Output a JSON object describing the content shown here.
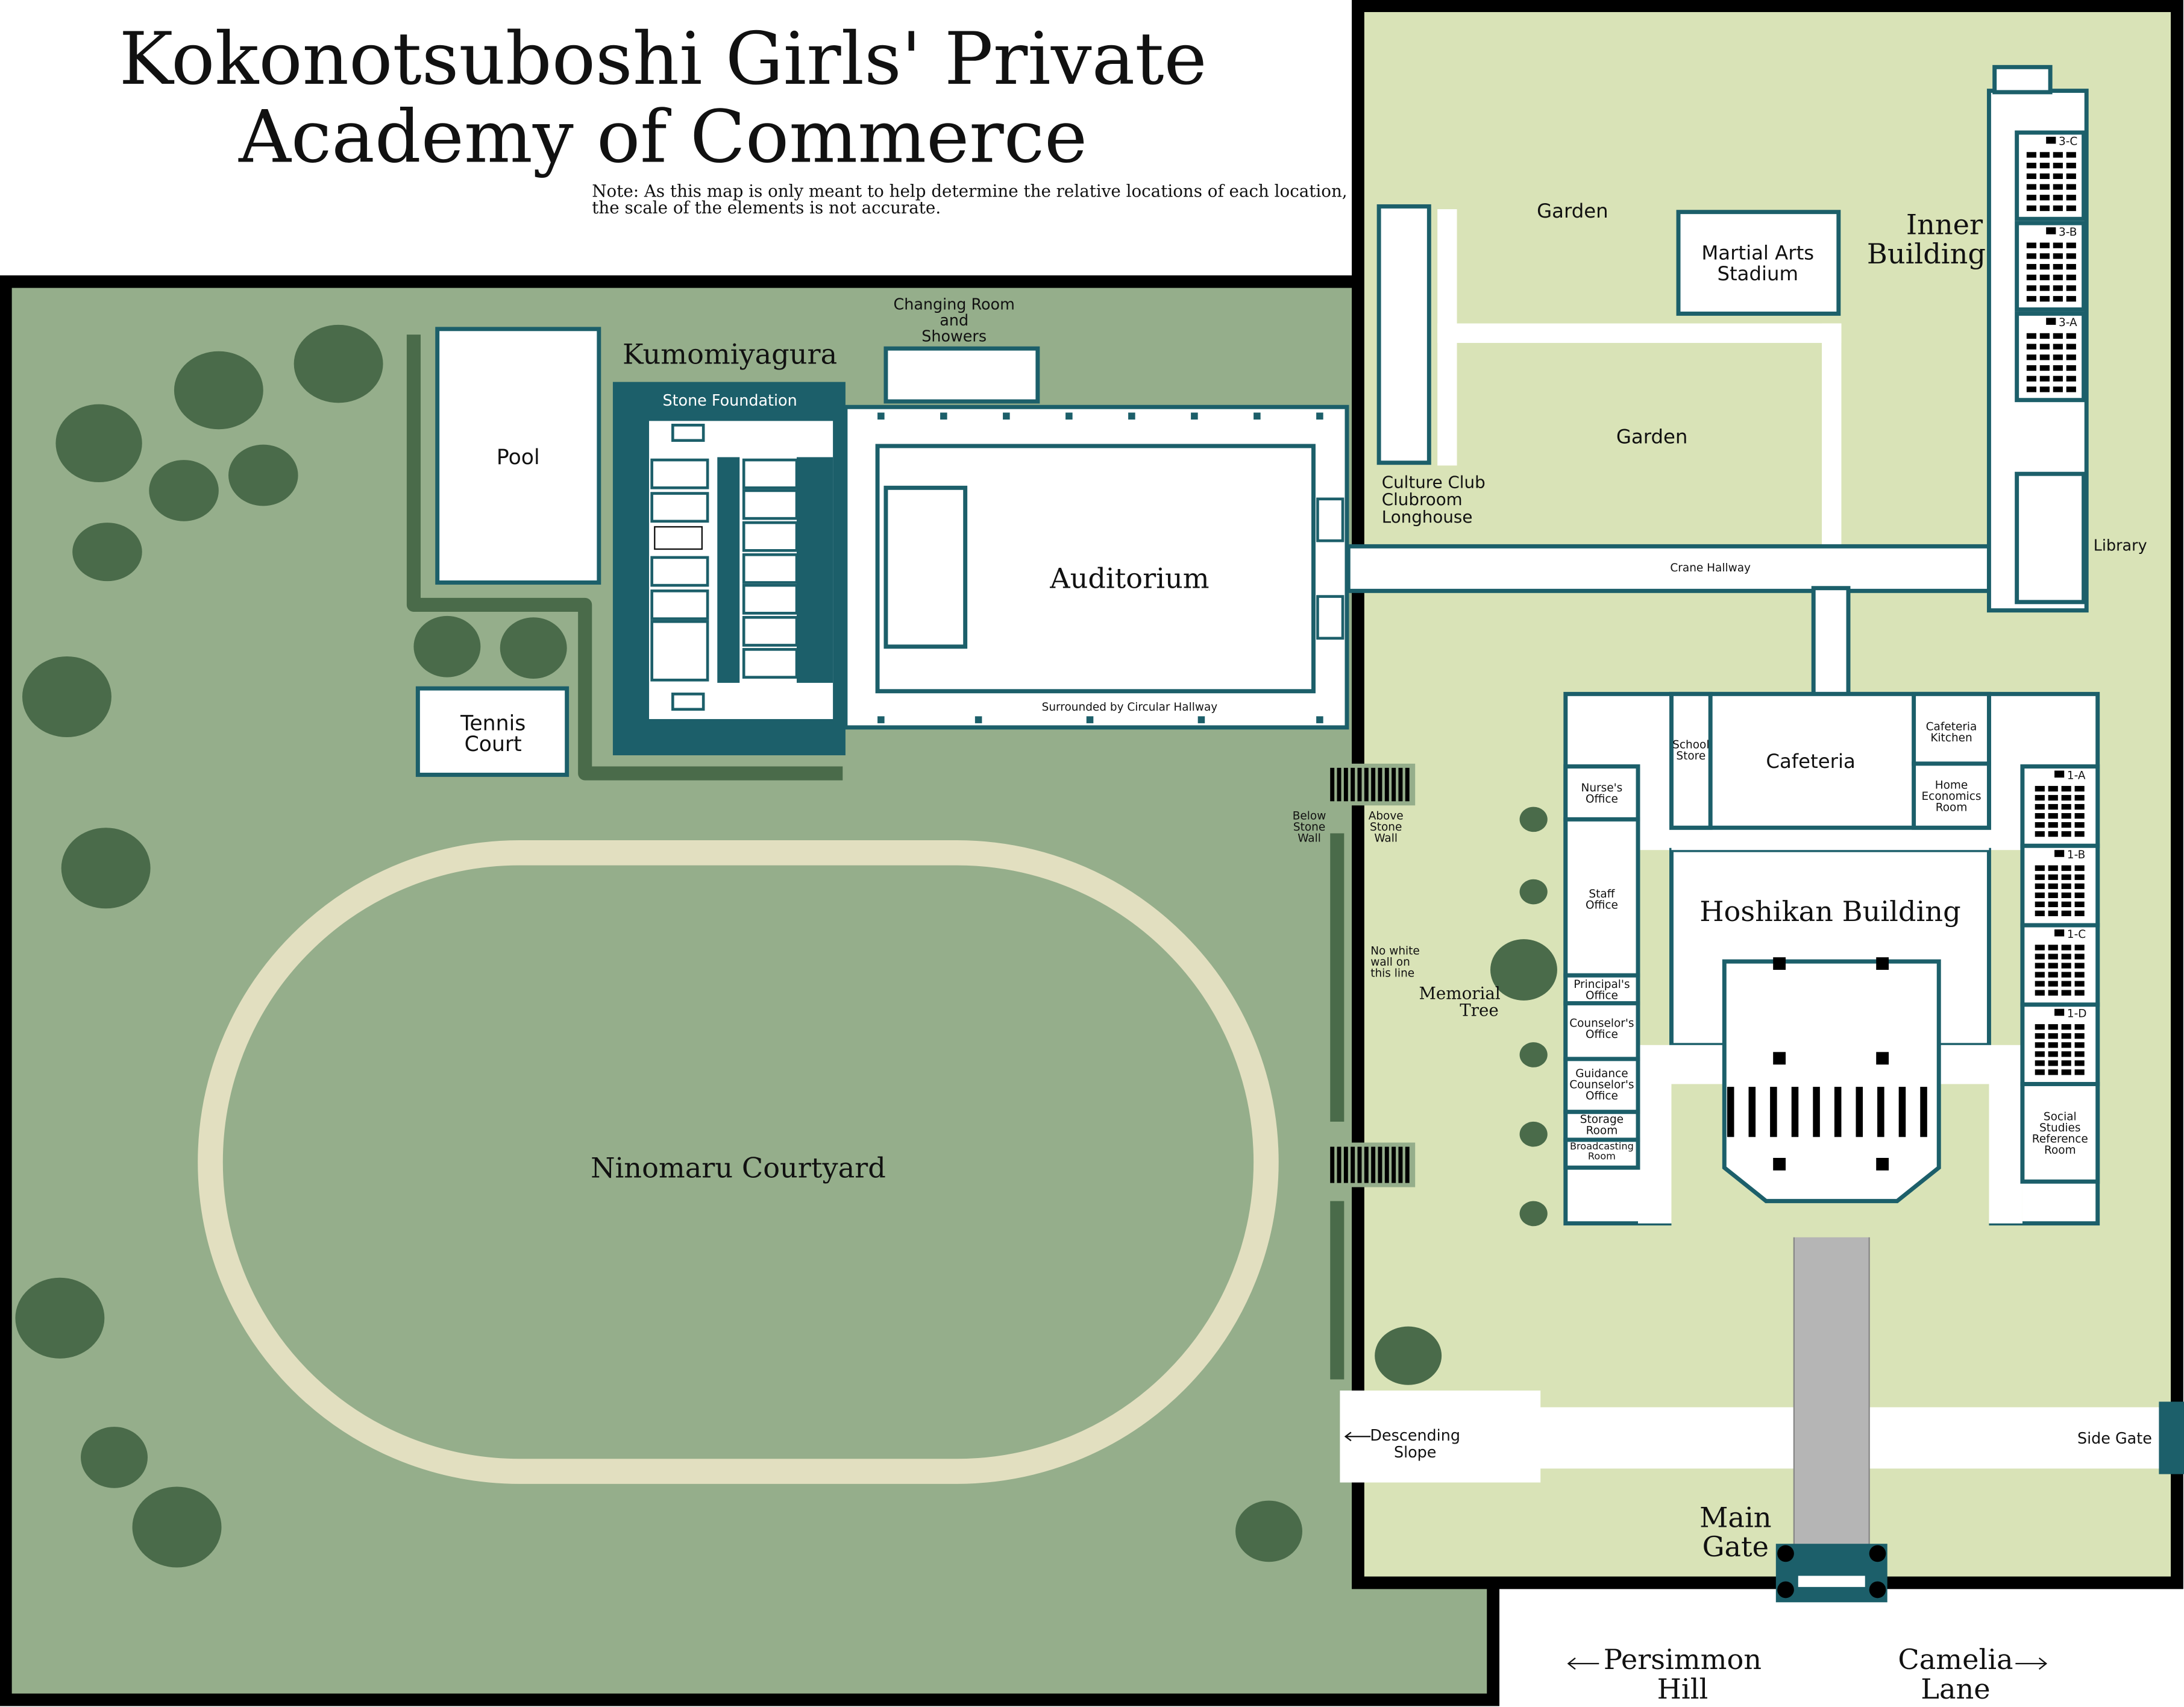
{
  "title": {
    "line1": "Kokonotsuboshi Girls' Private",
    "line2": "Academy of Commerce"
  },
  "note": {
    "line1": "Note: As this map is only meant to help determine the relative locations of each location,",
    "line2": "the scale of the elements is not accurate."
  },
  "colors": {
    "outer_ground": "#95ae8b",
    "inner_ground": "#d9e3b7",
    "tree": "#4a6b4a",
    "wall": "#1c5f6a",
    "window": "#4de0e0",
    "track": "#e2dfc0"
  },
  "labels": {
    "pool": "Pool",
    "tennis": [
      "Tennis",
      "Court"
    ],
    "kumomiyagura": "Kumomiyagura",
    "stone_foundation": "Stone Foundation",
    "changing": [
      "Changing Room",
      "and",
      "Showers"
    ],
    "auditorium": "Auditorium",
    "surrounded": "Surrounded by Circular Hallway",
    "ninomaru": "Ninomaru Courtyard",
    "below_wall": [
      "Below",
      "Stone",
      "Wall"
    ],
    "above_wall": [
      "Above",
      "Stone",
      "Wall"
    ],
    "no_white": [
      "No white",
      "wall on",
      "this line"
    ],
    "memorial": [
      "Memorial",
      "Tree"
    ],
    "descending": [
      "Descending",
      "Slope"
    ],
    "side_gate": "Side Gate",
    "main_gate": [
      "Main",
      "Gate"
    ],
    "persimmon": [
      "Persimmon",
      "Hill"
    ],
    "camelia": [
      "Camelia",
      "Lane"
    ],
    "garden_top": "Garden",
    "garden_mid": "Garden",
    "martial": [
      "Martial Arts",
      "Stadium"
    ],
    "culture": [
      "Culture Club",
      "Clubroom",
      "Longhouse"
    ],
    "inner": [
      "Inner",
      "Building"
    ],
    "library": "Library",
    "crane": "Crane Hallway",
    "cafeteria": "Cafeteria",
    "school_store": [
      "School",
      "Store"
    ],
    "kitchen": [
      "Cafeteria",
      "Kitchen"
    ],
    "home_ec": [
      "Home",
      "Economics",
      "Room"
    ],
    "hoshikan": "Hoshikan Building",
    "nurse": [
      "Nurse's",
      "Office"
    ],
    "staff": [
      "Staff",
      "Office"
    ],
    "principal": [
      "Principal's",
      "Office"
    ],
    "counselor": [
      "Counselor's",
      "Office"
    ],
    "guidance": [
      "Guidance",
      "Counselor's",
      "Office"
    ],
    "storage": [
      "Storage",
      "Room"
    ],
    "broadcasting": [
      "Broadcasting",
      "Room"
    ],
    "social": [
      "Social",
      "Studies",
      "Reference",
      "Room"
    ]
  },
  "classrooms": [
    "3-C",
    "3-B",
    "3-A",
    "1-A",
    "1-B",
    "1-C",
    "1-D"
  ]
}
